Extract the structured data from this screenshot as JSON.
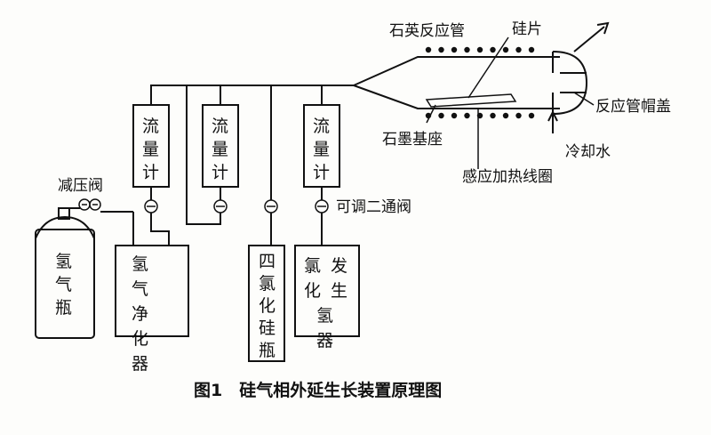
{
  "figure": {
    "caption": "图1　硅气相外延生长装置原理图",
    "hydrogen_cylinder": "氢气瓶",
    "pressure_valve": "减压阀",
    "hydrogen_purifier": [
      "氢气",
      "净化器"
    ],
    "flowmeter": "流量计",
    "silicon_tetrachloride_bottle": "四氯化硅瓶",
    "hcl_generator": [
      "氯化",
      "发生",
      "氢器"
    ],
    "adjustable_valve": "可调二通阀",
    "quartz_reaction_tube": "石英反应管",
    "silicon_wafer": "硅片",
    "graphite_base": "石墨基座",
    "induction_coil": "感应加热线圈",
    "reaction_cap": "反应管帽盖",
    "cooling_water": "冷却水"
  }
}
